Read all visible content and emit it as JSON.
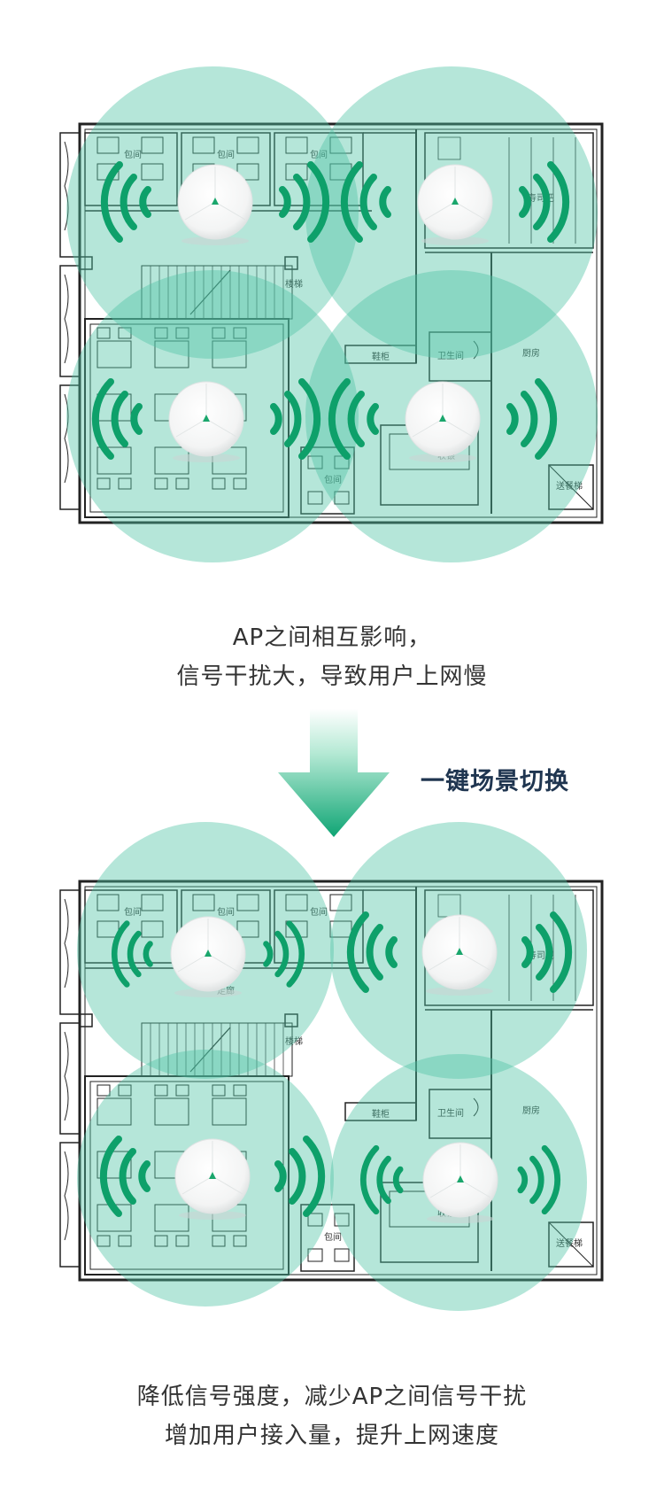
{
  "panels": [
    {
      "rooms": {
        "r1": "包间",
        "r2": "包间",
        "r3": "包间",
        "sushi": "寿司吧",
        "stairs": "楼梯",
        "shoes": "鞋柜",
        "wc": "卫生间",
        "kitchen": "厨房",
        "cashier": "收银",
        "r4": "包间",
        "lift": "送餐梯"
      }
    },
    {
      "rooms": {
        "r1": "包间",
        "r2": "包间",
        "r3": "包间",
        "corridor": "走廊",
        "sushi": "寿司吧",
        "stairs": "楼梯",
        "shoes": "鞋柜",
        "wc": "卫生间",
        "kitchen": "厨房",
        "cashier": "收银",
        "r4": "包间",
        "lift": "送餐梯"
      }
    }
  ],
  "caption_before": {
    "line1": "AP之间相互影响，",
    "line2": "信号干扰大，导致用户上网慢"
  },
  "switch_label": "一键场景切换",
  "caption_after": {
    "line1": "降低信号强度，减少AP之间信号干扰",
    "line2": "增加用户接入量，提升上网速度"
  },
  "colors": {
    "coverage": "#4fc4a4",
    "wifi_waves": "#0ea06a",
    "arrow": "#12a877",
    "switch_text": "#1f3550"
  },
  "icons": [
    "wifi-waves-icon",
    "ceiling-ap-icon",
    "down-arrow-icon"
  ]
}
